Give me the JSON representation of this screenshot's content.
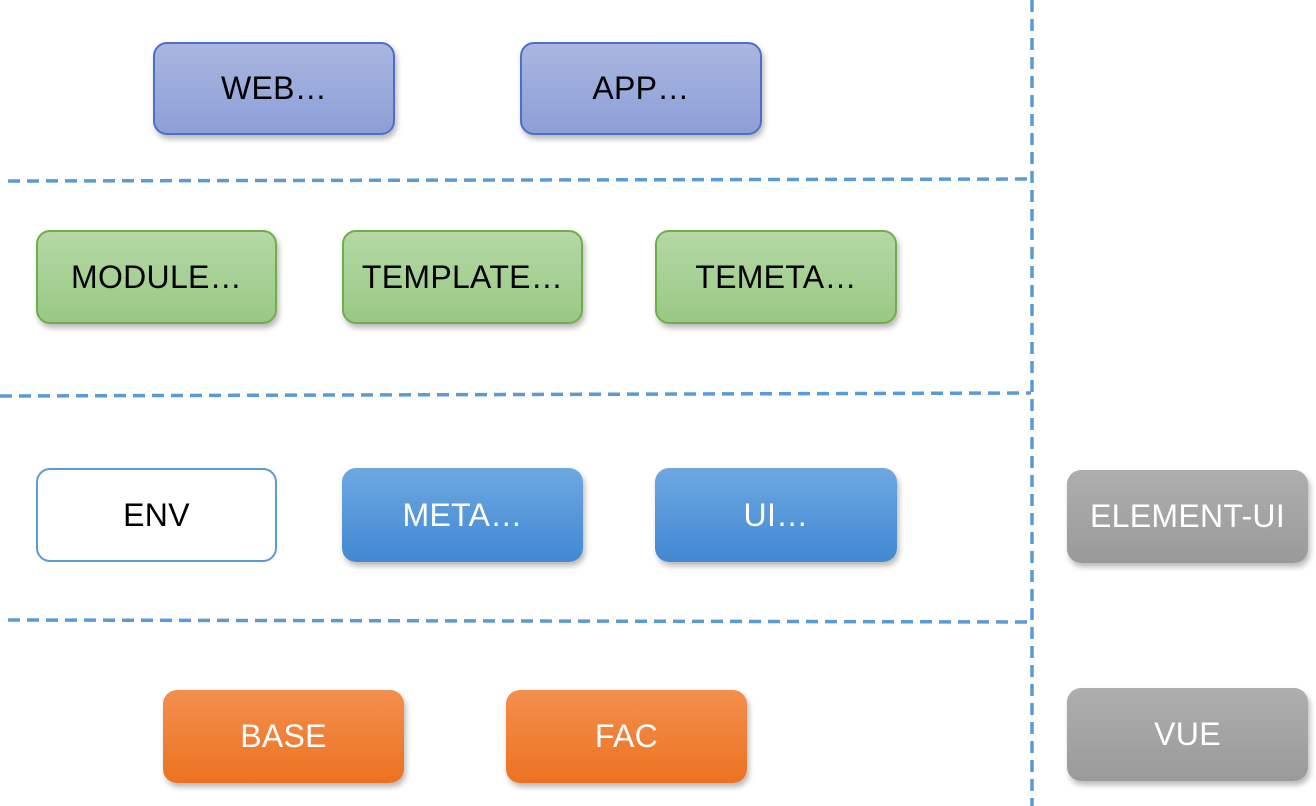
{
  "layers": {
    "presentation": {
      "web": "WEB…",
      "app": "APP…"
    },
    "business": {
      "module": "MODULE…",
      "template": "TEMPLATE…",
      "temeta": "TEMETA…"
    },
    "core": {
      "env": "ENV",
      "meta": "META…",
      "ui": "UI…"
    },
    "foundation": {
      "base": "BASE",
      "fac": "FAC"
    }
  },
  "external": {
    "element_ui": "ELEMENT-UI",
    "vue": "VUE"
  },
  "colors": {
    "divider": "#5b9bd5",
    "purple_box": "#8b9fd8",
    "green_box": "#98c983",
    "blue_box": "#4288d2",
    "orange_box": "#ec7220",
    "gray_box": "#9a9a9a"
  }
}
